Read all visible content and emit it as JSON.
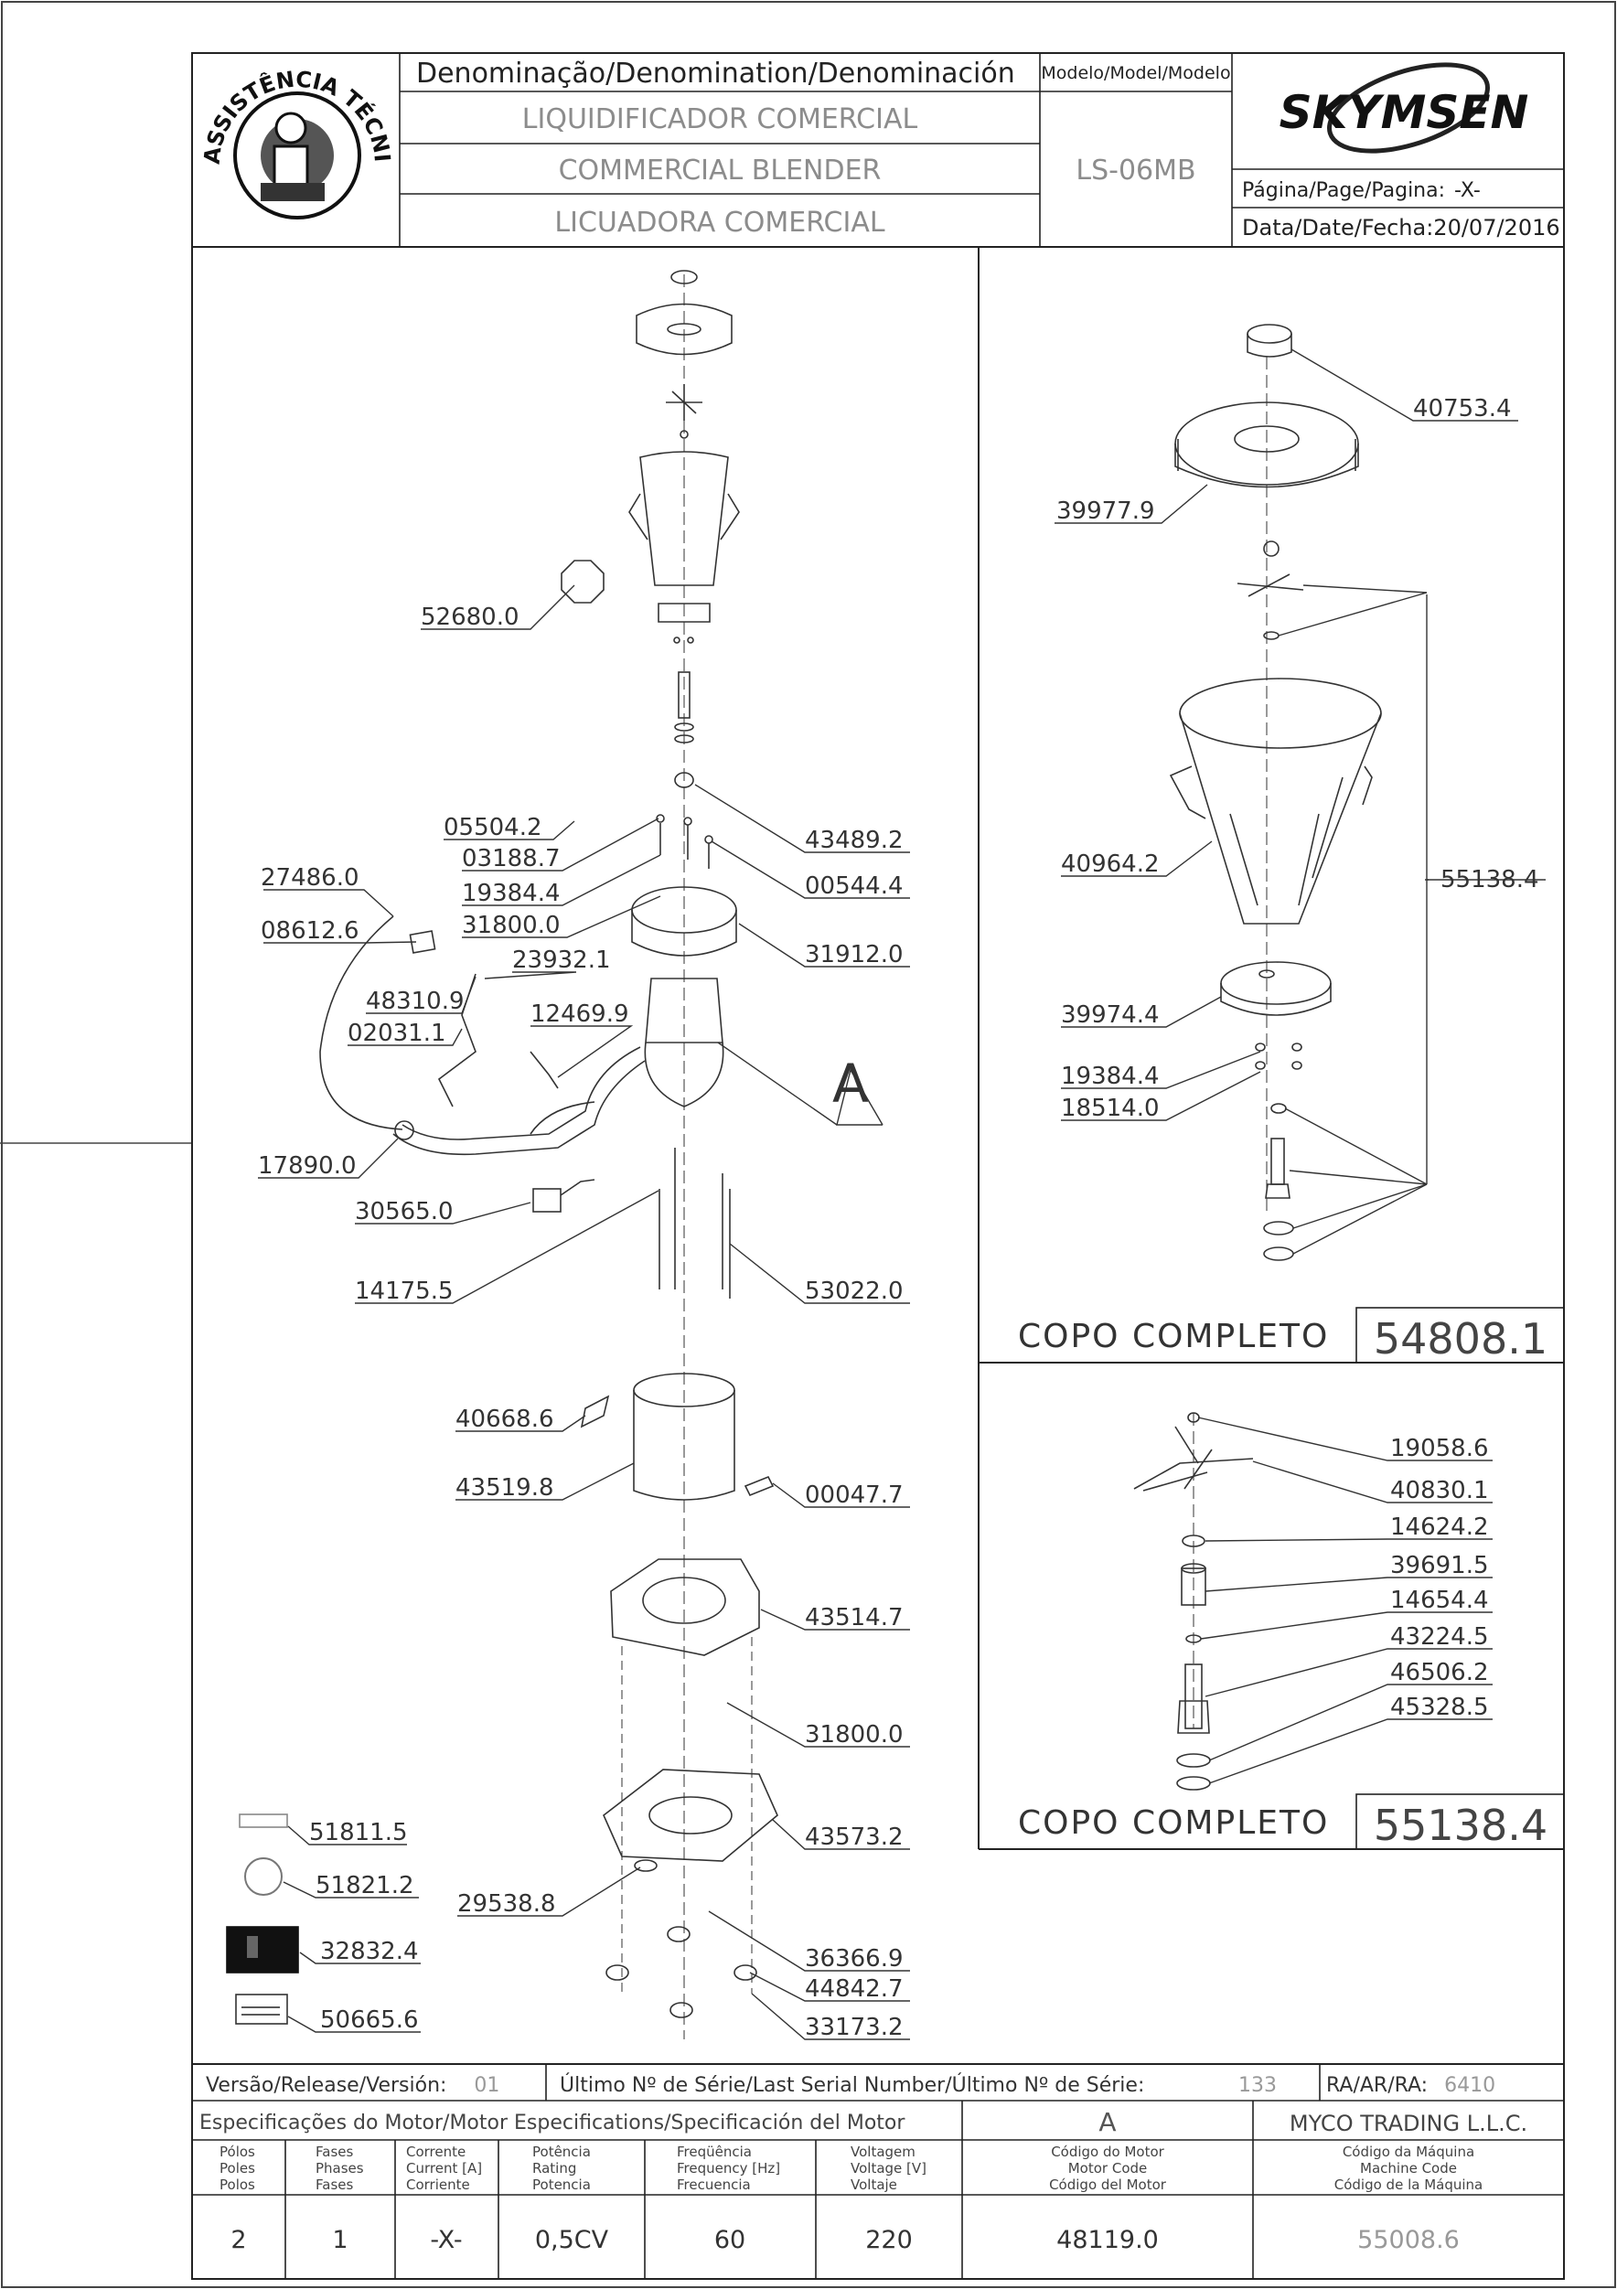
{
  "header": {
    "stamp_text": "ASSISTÊNCIA TÉCNICA AUTORIZADA",
    "denomination_label": "Denominação/Denomination/Denominación",
    "names": [
      "LIQUIDIFICADOR COMERCIAL",
      "COMMERCIAL BLENDER",
      "LICUADORA COMERCIAL"
    ],
    "model_label": "Modelo/Model/Modelo",
    "model_value": "LS-06MB",
    "brand": "SKYMSEN",
    "page_label": "Página/Page/Pagina:",
    "page_value": "-X-",
    "date_label": "Data/Date/Fecha:",
    "date_value": "20/07/2016"
  },
  "main_labels": [
    "52680.0",
    "05504.2",
    "03188.7",
    "43489.2",
    "27486.0",
    "19384.4",
    "00544.4",
    "08612.6",
    "31800.0",
    "23932.1",
    "31912.0",
    "48310.9",
    "12469.9",
    "02031.1",
    "A",
    "17890.0",
    "30565.0",
    "14175.5",
    "53022.0",
    "40668.6",
    "43519.8",
    "00047.7",
    "43514.7",
    "31800.0",
    "51811.5",
    "51821.2",
    "43573.2",
    "29538.8",
    "32832.4",
    "36366.9",
    "44842.7",
    "50665.6",
    "33173.2"
  ],
  "copo1": {
    "labels": [
      "40753.4",
      "39977.9",
      "40964.2",
      "55138.4",
      "39974.4",
      "19384.4",
      "18514.0"
    ],
    "title": "COPO COMPLETO",
    "code": "54808.1"
  },
  "copo2": {
    "labels": [
      "19058.6",
      "40830.1",
      "14624.2",
      "39691.5",
      "14654.4",
      "43224.5",
      "46506.2",
      "45328.5"
    ],
    "title": "COPO COMPLETO",
    "code": "55138.4"
  },
  "footer": {
    "version_label": "Versão/Release/Versión:",
    "version_value": "01",
    "serial_label": "Último Nº de Série/Last Serial Number/Último Nº de Série:",
    "serial_value": "133",
    "ra_label": "RA/AR/RA:",
    "ra_value": "6410",
    "motor_spec_label": "Especificações do Motor/Motor Especifications/Specificación del Motor",
    "motor_letter": "A",
    "company": "MYCO TRADING L.L.C.",
    "columns": [
      {
        "l1": "Pólos",
        "l2": "Poles",
        "l3": "Polos",
        "value": "2"
      },
      {
        "l1": "Fases",
        "l2": "Phases",
        "l3": "Fases",
        "value": "1"
      },
      {
        "l1": "Corrente",
        "l2": "Current [A]",
        "l3": "Corriente",
        "value": "-X-"
      },
      {
        "l1": "Potência",
        "l2": "Rating",
        "l3": "Potencia",
        "value": "0,5CV"
      },
      {
        "l1": "Freqüência",
        "l2": "Frequency [Hz]",
        "l3": "Frecuencia",
        "value": "60"
      },
      {
        "l1": "Voltagem",
        "l2": "Voltage [V]",
        "l3": "Voltaje",
        "value": "220"
      },
      {
        "l1": "Código do Motor",
        "l2": "Motor Code",
        "l3": "Código del Motor",
        "value": "48119.0"
      },
      {
        "l1": "Código da Máquina",
        "l2": "Machine Code",
        "l3": "Código de la Máquina",
        "value": "55008.6"
      }
    ]
  }
}
